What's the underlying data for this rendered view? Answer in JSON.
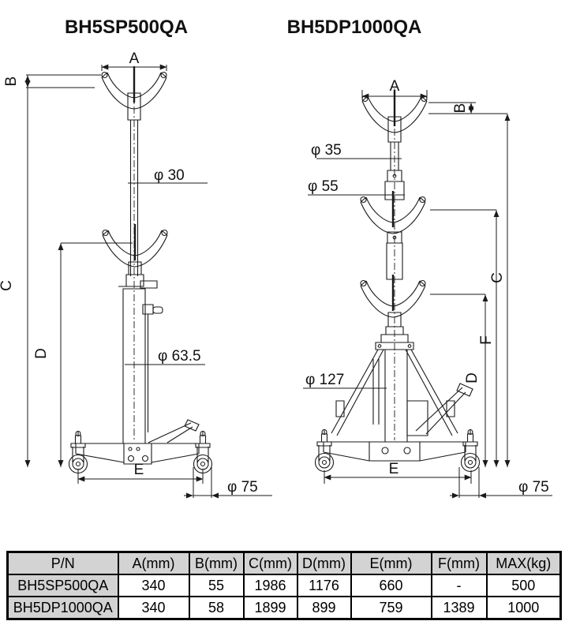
{
  "left_jack": {
    "title": "BH5SP500QA",
    "dims": {
      "a": "A",
      "b": "B",
      "c": "C",
      "d": "D",
      "e": "E"
    },
    "phi_labels": {
      "rod": "φ 30",
      "cylinder": "φ 63.5",
      "caster": "φ 75"
    }
  },
  "right_jack": {
    "title": "BH5DP1000QA",
    "dims": {
      "a": "A",
      "b": "B",
      "c": "C",
      "d": "D",
      "e": "E",
      "f": "F"
    },
    "phi_labels": {
      "stage1": "φ 35",
      "stage2": "φ 55",
      "cylinder": "φ 127",
      "caster": "φ 75"
    }
  },
  "spec_table": {
    "headers": [
      "P/N",
      "A(mm)",
      "B(mm)",
      "C(mm)",
      "D(mm)",
      "E(mm)",
      "F(mm)",
      "MAX(kg)"
    ],
    "rows": [
      [
        "BH5SP500QA",
        "340",
        "55",
        "1986",
        "1176",
        "660",
        "-",
        "500"
      ],
      [
        "BH5DP1000QA",
        "340",
        "58",
        "1899",
        "899",
        "759",
        "1389",
        "1000"
      ]
    ]
  },
  "colors": {
    "line_color": "#1a1a1a",
    "table_header_bg": "#d3d3d3"
  }
}
